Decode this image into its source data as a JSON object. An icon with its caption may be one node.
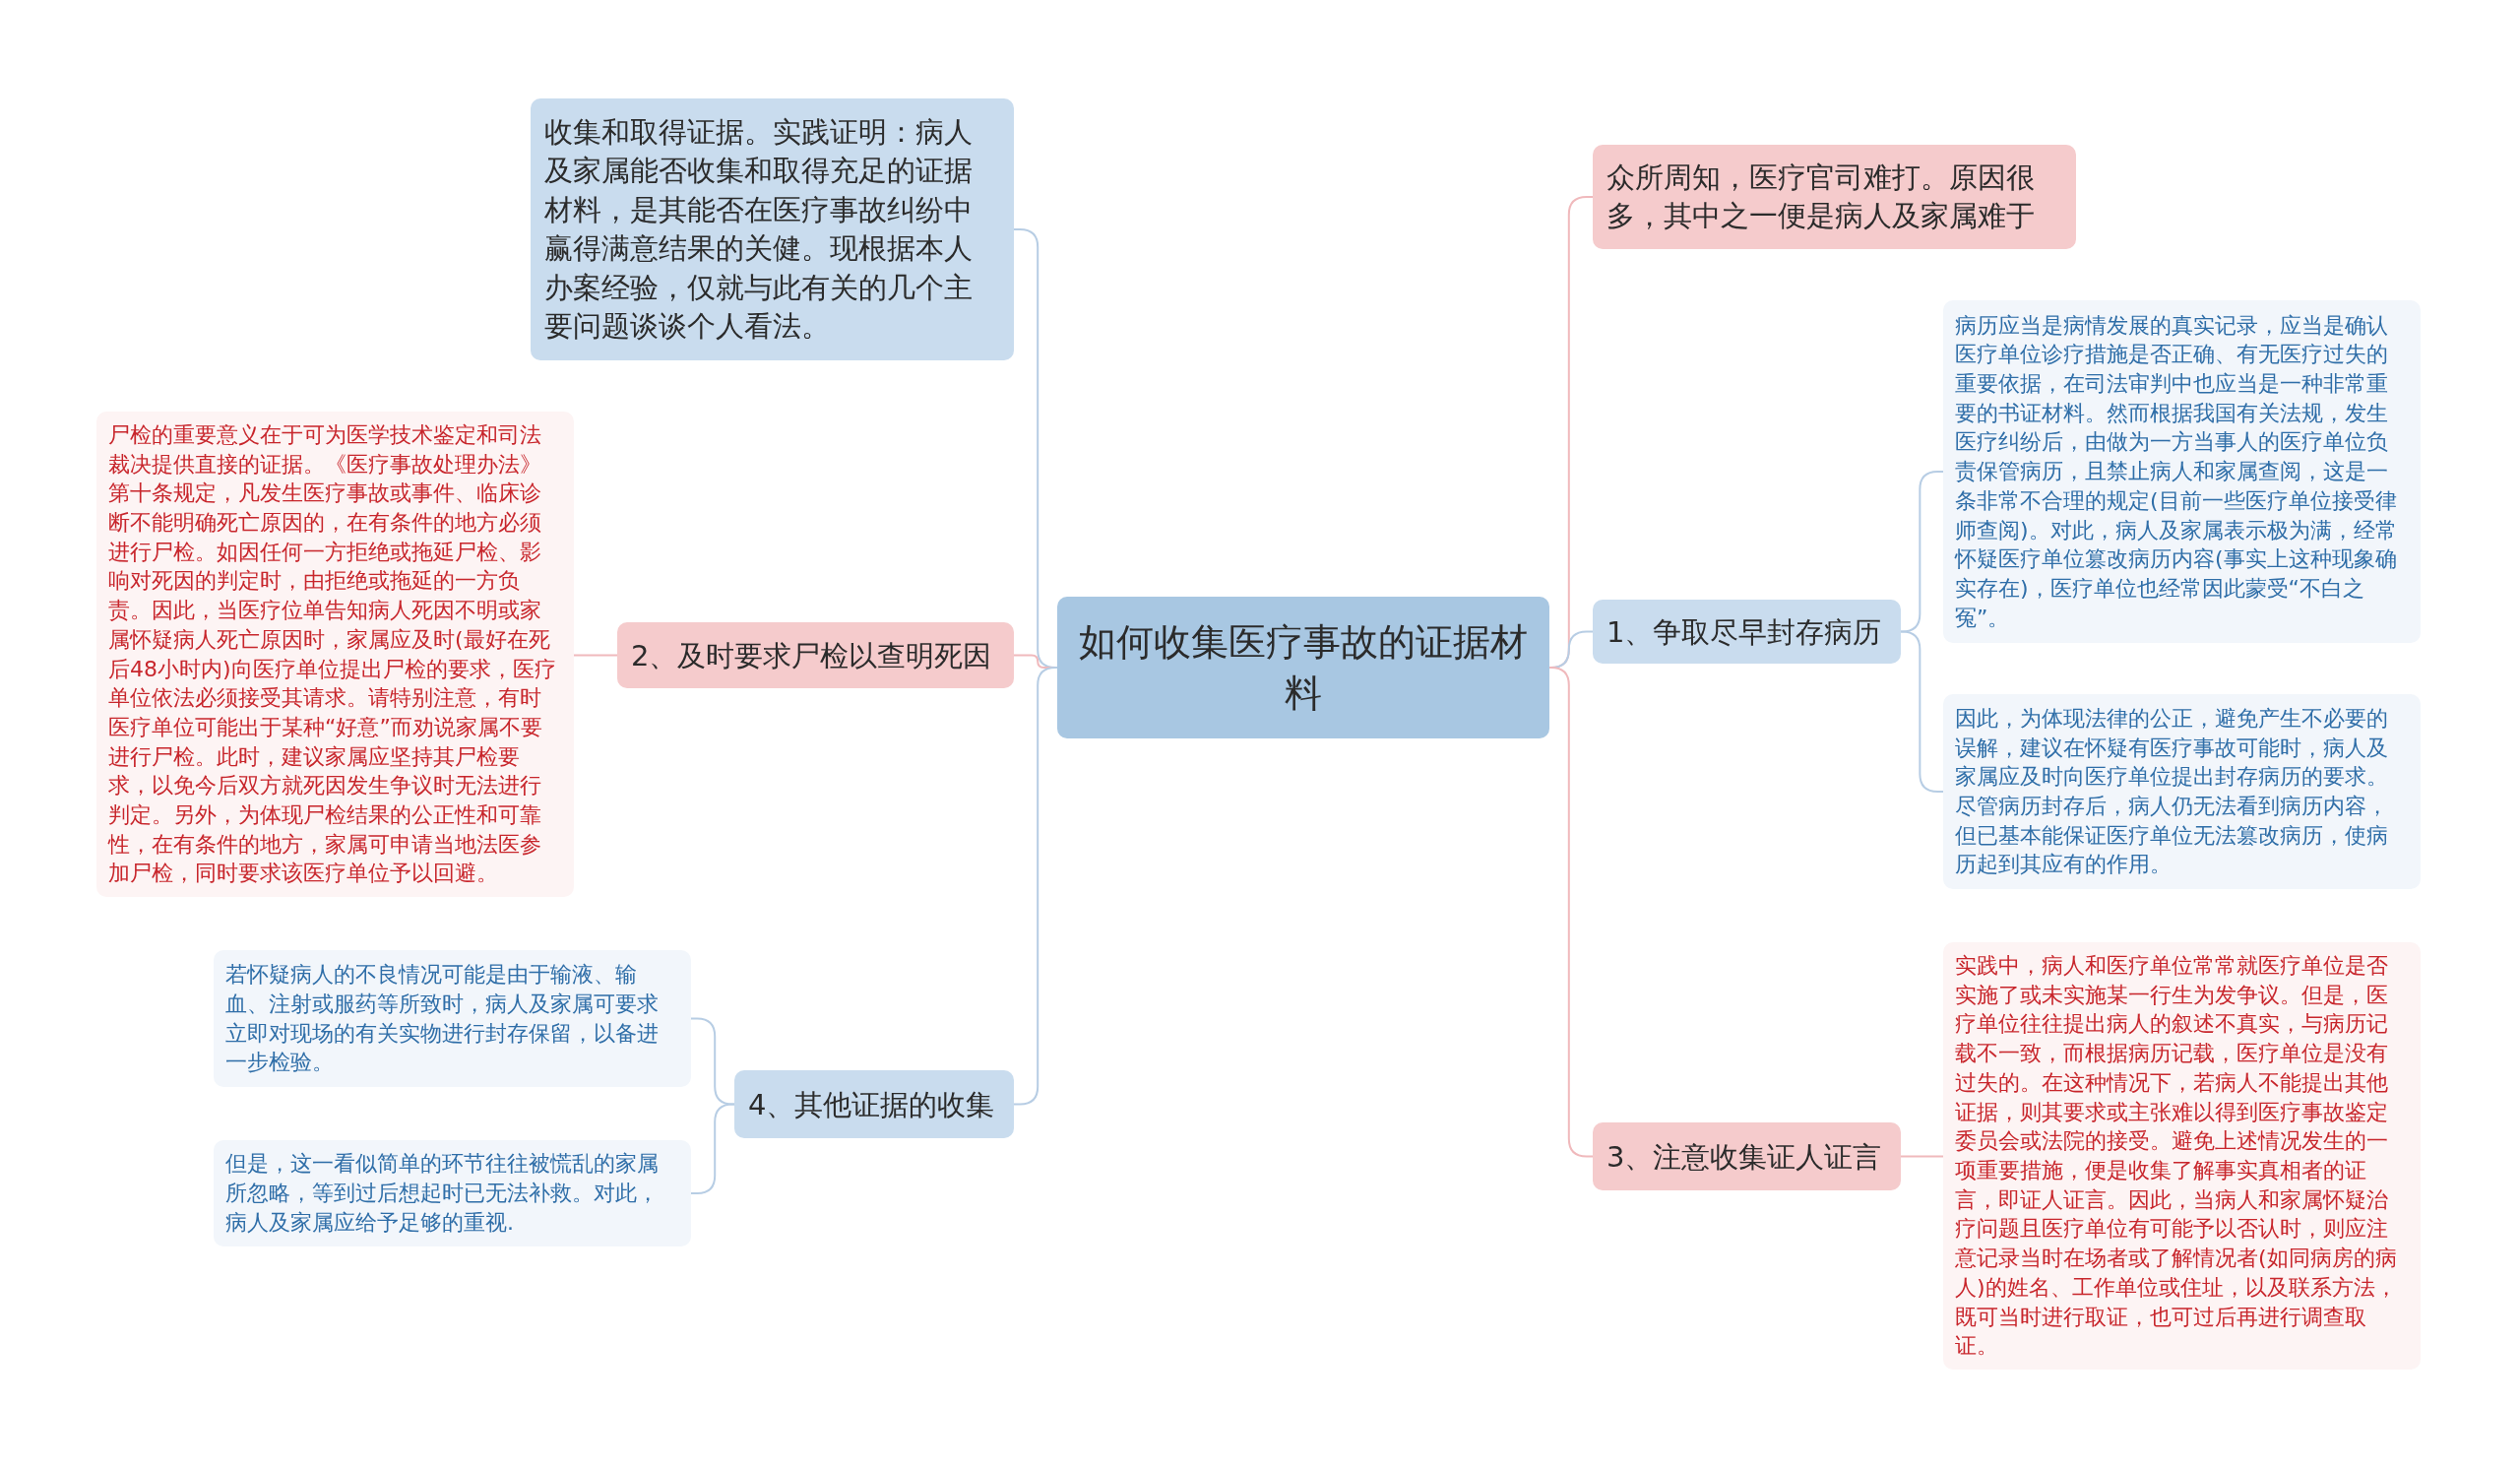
{
  "diagram": {
    "nodes": [
      {
        "text": [
          "如何收集医疗事故的证据材料"
        ]
      },
      {
        "text": [
          "收集和取得证据。实践证明：病人及家属能否收集和取得充足的证据材料，是其能否在医疗事故纠纷中赢得满意结果的关健。现根据本人办案经验，仅就与此有关的几个主要问题谈谈个人看法。"
        ]
      },
      {
        "text": [
          "2、及时要求尸检以查明死因"
        ]
      },
      {
        "text": [
          "尸检的重要意义在于可为医学技术鉴定和司法裁决提供直接的证据。《医疗事故处理办法》第十条规定，凡发生医疗事故或事件、临床诊断不能明确死亡原因的，在有条件的地方必须进行尸检。如因任何一方拒绝或拖延尸检、影响对死因的判定时，由拒绝或拖延的一方负责。因此，当医疗位单告知病人死因不明或家属怀疑病人死亡原因时，家属应及时(最好在死后48小时内)向医疗单位提出尸检的要求，医疗单位依法必须接受其请求。请特别注意，有时医疗单位可能出于某种“好意”而劝说家属不要进行尸检。此时，建议家属应坚持其尸检要求，以免今后双方就死因发生争议时无法进行判定。另外，为体现尸检结果的公正性和可靠性，在有条件的地方，家属可申请当地法医参加尸检，同时要求该医疗单位予以回避。"
        ]
      },
      {
        "text": [
          "4、其他证据的收集"
        ]
      },
      {
        "text": [
          "若怀疑病人的不良情况可能是由于输液、输血、注射或服药等所致时，病人及家属可要求立即对现场的有关实物进行封存保留，以备进一步检验。"
        ]
      },
      {
        "text": [
          "但是，这一看似简单的环节往往被慌乱的家属所忽略，等到过后想起时已无法补救。对此，病人及家属应给予足够的重视."
        ]
      },
      {
        "text": [
          "众所周知，医疗官司难打。原因很多，其中之一便是病人及家属难于"
        ]
      },
      {
        "text": [
          "1、争取尽早封存病历"
        ]
      },
      {
        "text": [
          "病历应当是病情发展的真实记录，应当是确认医疗单位诊疗措施是否正确、有无医疗过失的重要依据，在司法审判中也应当是一种非常重要的书证材料。然而根据我国有关法规，发生医疗纠纷后，由做为一方当事人的医疗单位负责保管病历，且禁止病人和家属查阅，这是一条非常不合理的规定(目前一些医疗单位接受律师查阅)。对此，病人及家属表示极为满，经常怀疑医疗单位篡改病历内容(事实上这种现象确实存在)，医疗单位也经常因此蒙受“不白之冤”。"
        ]
      },
      {
        "text": [
          "因此，为体现法律的公正，避免产生不必要的误解，建议在怀疑有医疗事故可能时，病人及家属应及时向医疗单位提出封存病历的要求。尽管病历封存后，病人仍无法看到病历内容，但已基本能保证医疗单位无法篡改病历，使病历起到其应有的作用。"
        ]
      },
      {
        "text": [
          "3、注意收集证人证言"
        ]
      },
      {
        "text": [
          "实践中，病人和医疗单位常常就医疗单位是否实施了或未实施某一行生为发争议。但是，医疗单位往往提出病人的叙述不真实，与病历记载不一致，而根据病历记载，医疗单位是没有过失的。在这种情况下，若病人不能提出其他证据，则其要求或主张难以得到医疗事故鉴定委员会或法院的接受。避免上述情况发生的一项重要措施，便是收集了解事实真相者的证言，即证人证言。因此，当病人和家属怀疑治疗问题且医疗单位有可能予以否认时，则应注意记录当时在场者或了解情况者(如同病房的病人)的姓名、工作单位或住址，以及联系方法，既可当时进行取证，也可过后再进行调查取证。"
        ]
      }
    ],
    "edges": [
      {
        "from": 0,
        "to": 1,
        "arrow": "none"
      },
      {
        "from": 0,
        "to": 2,
        "arrow": "none",
        "color": "#f0b9bc"
      },
      {
        "from": 2,
        "to": 3,
        "arrow": "none",
        "color": "#f0b9bc"
      },
      {
        "from": 0,
        "to": 4,
        "arrow": "none"
      },
      {
        "from": 4,
        "to": 5,
        "arrow": "none"
      },
      {
        "from": 4,
        "to": 6,
        "arrow": "none"
      },
      {
        "from": 0,
        "to": 7,
        "arrow": "none",
        "color": "#f0b9bc"
      },
      {
        "from": 0,
        "to": 8,
        "arrow": "none"
      },
      {
        "from": 8,
        "to": 9,
        "arrow": "none"
      },
      {
        "from": 8,
        "to": 10,
        "arrow": "none"
      },
      {
        "from": 0,
        "to": 11,
        "arrow": "none",
        "color": "#f0b9bc"
      },
      {
        "from": 11,
        "to": 12,
        "arrow": "none",
        "color": "#f0b9bc"
      }
    ]
  }
}
